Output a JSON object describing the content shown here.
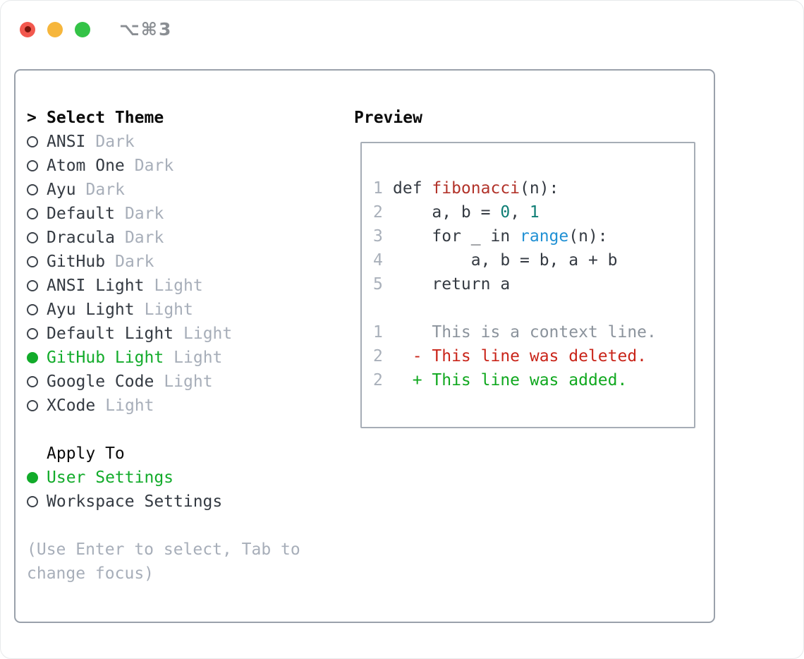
{
  "window": {
    "title": "⌥⌘3"
  },
  "theme_picker": {
    "prompt": ">",
    "title": "Select Theme",
    "themes": [
      {
        "name": "ANSI",
        "variant": "Dark",
        "selected": false
      },
      {
        "name": "Atom One",
        "variant": "Dark",
        "selected": false
      },
      {
        "name": "Ayu",
        "variant": "Dark",
        "selected": false
      },
      {
        "name": "Default",
        "variant": "Dark",
        "selected": false
      },
      {
        "name": "Dracula",
        "variant": "Dark",
        "selected": false
      },
      {
        "name": "GitHub",
        "variant": "Dark",
        "selected": false
      },
      {
        "name": "ANSI Light",
        "variant": "Light",
        "selected": false
      },
      {
        "name": "Ayu Light",
        "variant": "Light",
        "selected": false
      },
      {
        "name": "Default Light",
        "variant": "Light",
        "selected": false
      },
      {
        "name": "GitHub Light",
        "variant": "Light",
        "selected": true
      },
      {
        "name": "Google Code",
        "variant": "Light",
        "selected": false
      },
      {
        "name": "XCode",
        "variant": "Light",
        "selected": false
      }
    ],
    "apply_to": {
      "title": "Apply To",
      "options": [
        {
          "label": "User Settings",
          "selected": true
        },
        {
          "label": "Workspace Settings",
          "selected": false
        }
      ]
    },
    "hint_lines": [
      "(Use Enter to select, Tab to",
      "change focus)"
    ]
  },
  "preview": {
    "title": "Preview",
    "lines": [
      {
        "num": "1",
        "tokens": [
          {
            "t": "def ",
            "c": "default"
          },
          {
            "t": "fibonacci",
            "c": "function"
          },
          {
            "t": "(n):",
            "c": "default"
          }
        ]
      },
      {
        "num": "2",
        "tokens": [
          {
            "t": "    a, b = ",
            "c": "default"
          },
          {
            "t": "0",
            "c": "number"
          },
          {
            "t": ", ",
            "c": "default"
          },
          {
            "t": "1",
            "c": "number"
          }
        ]
      },
      {
        "num": "3",
        "tokens": [
          {
            "t": "    for _ in ",
            "c": "default"
          },
          {
            "t": "range",
            "c": "builtin"
          },
          {
            "t": "(n):",
            "c": "default"
          }
        ]
      },
      {
        "num": "4",
        "tokens": [
          {
            "t": "        a, b = b, a + b",
            "c": "default"
          }
        ]
      },
      {
        "num": "5",
        "tokens": [
          {
            "t": "    return a",
            "c": "default"
          }
        ]
      },
      {
        "num": "",
        "tokens": []
      },
      {
        "num": "1",
        "tokens": [
          {
            "t": "    This is a context line.",
            "c": "context"
          }
        ]
      },
      {
        "num": "2",
        "tokens": [
          {
            "t": "  - This line was deleted.",
            "c": "deleted"
          }
        ]
      },
      {
        "num": "2",
        "tokens": [
          {
            "t": "  + This line was added.",
            "c": "added"
          }
        ]
      }
    ]
  },
  "colors": {
    "accent_green": "#12ab2a",
    "text_dark": "#343a42",
    "text_muted": "#a7aeb9",
    "panel_border": "#9aa1ab",
    "preview_border": "#a6adb6",
    "syntax": {
      "default": "#343a42",
      "function": "#b2332a",
      "number": "#0f7e75",
      "builtin": "#2191d4",
      "line_number": "#a9b0ba",
      "context": "#8b939c",
      "deleted": "#c9251a",
      "added": "#10a81f"
    },
    "traffic_lights": {
      "red": "#f2584e",
      "red_dot": "#79150c",
      "yellow": "#f6b63c",
      "green": "#34c347"
    },
    "window_title": "#8a8e93"
  }
}
